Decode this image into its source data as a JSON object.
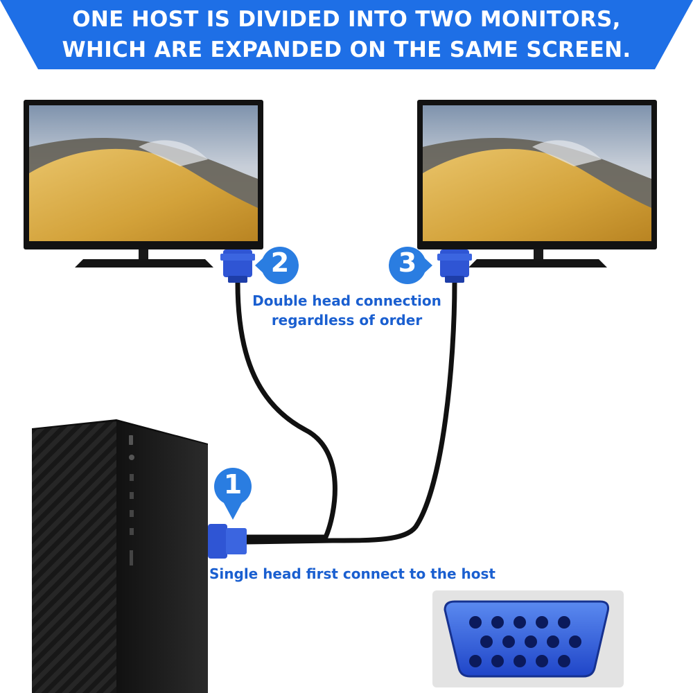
{
  "banner": {
    "line1": "ONE HOST IS DIVIDED INTO TWO MONITORS,",
    "line2": "WHICH ARE EXPANDED ON THE SAME SCREEN.",
    "color": "#1e6fe6"
  },
  "steps": {
    "one": "1",
    "two": "2",
    "three": "3"
  },
  "captions": {
    "double_line1": "Double head connection",
    "double_line2": "regardless of order",
    "single": "Single head first connect to the host"
  },
  "colors": {
    "accent_text": "#1a5fd0",
    "connector_blue": "#2f55d4",
    "badge_blue": "#2a7de1"
  },
  "icons": {
    "monitor_left": "monitor-icon",
    "monitor_right": "monitor-icon",
    "tower": "desktop-tower-icon",
    "vga_port": "vga-port-icon"
  }
}
